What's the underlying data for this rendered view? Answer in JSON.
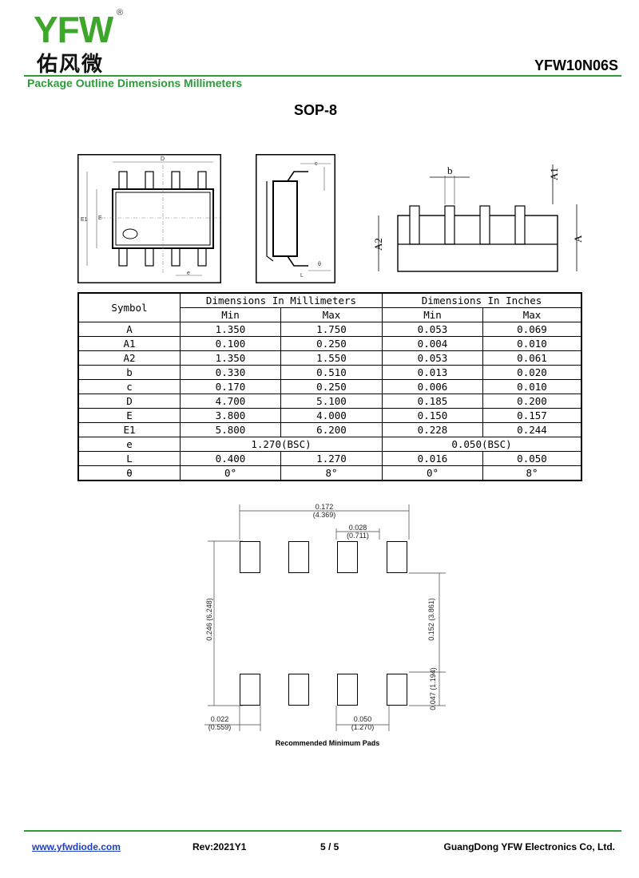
{
  "header": {
    "logo_text": "YFW",
    "logo_reg": "®",
    "logo_cn": "佑风微",
    "part_number": "YFW10N06S",
    "subtitle": "Package Outline Dimensions Millimeters"
  },
  "package_name": "SOP-8",
  "drawing_labels": {
    "D": "D",
    "E": "E",
    "E1": "E1",
    "e": "e",
    "c": "c",
    "theta": "θ",
    "L": "L",
    "b": "b",
    "A1": "A1",
    "A2": "A2",
    "A": "A"
  },
  "table": {
    "symbol_header": "Symbol",
    "mm_header": "Dimensions In Millimeters",
    "inch_header": "Dimensions In Inches",
    "min": "Min",
    "max": "Max",
    "rows": [
      {
        "sym": "A",
        "mm_min": "1.350",
        "mm_max": "1.750",
        "in_min": "0.053",
        "in_max": "0.069"
      },
      {
        "sym": "A1",
        "mm_min": "0.100",
        "mm_max": "0.250",
        "in_min": "0.004",
        "in_max": "0.010"
      },
      {
        "sym": "A2",
        "mm_min": "1.350",
        "mm_max": "1.550",
        "in_min": "0.053",
        "in_max": "0.061"
      },
      {
        "sym": "b",
        "mm_min": "0.330",
        "mm_max": "0.510",
        "in_min": "0.013",
        "in_max": "0.020"
      },
      {
        "sym": "c",
        "mm_min": "0.170",
        "mm_max": "0.250",
        "in_min": "0.006",
        "in_max": "0.010"
      },
      {
        "sym": "D",
        "mm_min": "4.700",
        "mm_max": "5.100",
        "in_min": "0.185",
        "in_max": "0.200"
      },
      {
        "sym": "E",
        "mm_min": "3.800",
        "mm_max": "4.000",
        "in_min": "0.150",
        "in_max": "0.157"
      },
      {
        "sym": "E1",
        "mm_min": "5.800",
        "mm_max": "6.200",
        "in_min": "0.228",
        "in_max": "0.244"
      },
      {
        "sym": "L",
        "mm_min": "0.400",
        "mm_max": "1.270",
        "in_min": "0.016",
        "in_max": "0.050"
      },
      {
        "sym": "θ",
        "mm_min": "0°",
        "mm_max": "8°",
        "in_min": "0°",
        "in_max": "8°"
      }
    ],
    "e_row": {
      "sym": "e",
      "mm": "1.270(BSC)",
      "in": "0.050(BSC)"
    }
  },
  "pads": {
    "dim_0172": "0.172",
    "dim_4369": "(4.369)",
    "dim_0028": "0.028",
    "dim_0711": "(0.711)",
    "dim_0246": "0.246",
    "dim_6248": "(6.248)",
    "dim_0152": "0.152",
    "dim_381": "(3.861)",
    "dim_0047": "0.047",
    "dim_1194": "(1.194)",
    "dim_0022": "0.022",
    "dim_0559": "(0.559)",
    "dim_0050": "0.050",
    "dim_1270": "(1.270)",
    "caption": "Recommended Minimum Pads"
  },
  "footer": {
    "website": "www.yfwdiode.com",
    "rev": "Rev:2021Y1",
    "page": "5 / 5",
    "company": "GuangDong YFW Electronics Co, Ltd."
  },
  "colors": {
    "brand_green": "#2e9a3a",
    "link_blue": "#1a3fc4"
  }
}
